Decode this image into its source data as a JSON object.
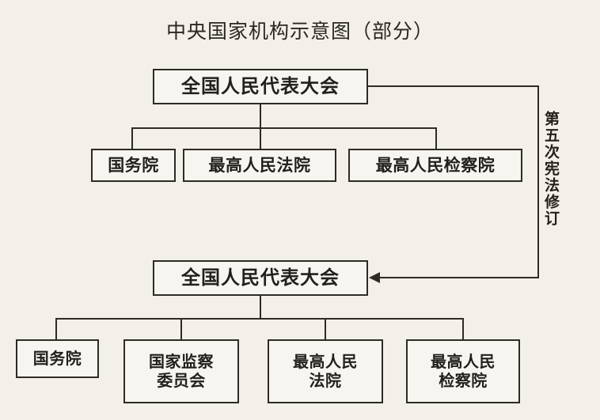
{
  "title": "中央国家机构示意图（部分）",
  "annotation": {
    "vertical_label": "第五次宪法修订"
  },
  "upper_section": {
    "root": "全国人民代表大会",
    "children": [
      "国务院",
      "最高人民法院",
      "最高人民检察院"
    ]
  },
  "lower_section": {
    "root": "全国人民代表大会",
    "children": [
      "国务院",
      "国家监察\n委员会",
      "最高人民\n法院",
      "最高人民\n检察院"
    ]
  },
  "colors": {
    "background": "#f3f0ea",
    "ink": "#2e2a26",
    "node_fill": "#f7f5f0"
  }
}
